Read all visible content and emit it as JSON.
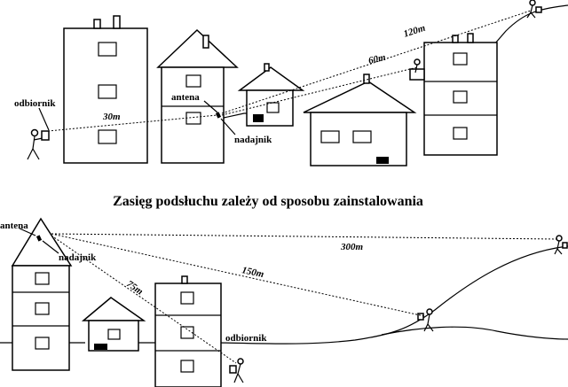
{
  "top_scene": {
    "labels": {
      "receiver": "odbiornik",
      "antenna": "antena",
      "transmitter": "nadajnik"
    },
    "distances": {
      "d30": "30m",
      "d60": "60m",
      "d120": "120m"
    }
  },
  "title": "Zasięg podsłuchu zależy od sposobu zainstalowania",
  "bottom_scene": {
    "labels": {
      "antenna": "antena",
      "transmitter": "nadajnik",
      "receiver": "odbiornik"
    },
    "distances": {
      "d75": "75m",
      "d150": "150m",
      "d300": "300m"
    }
  }
}
